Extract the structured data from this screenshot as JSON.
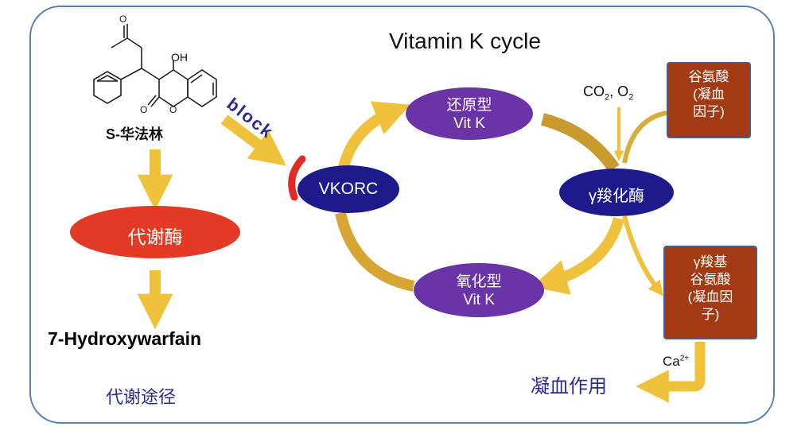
{
  "title": "Vitamin K cycle",
  "drug": {
    "label": "S-华法林",
    "oh_label": "OH"
  },
  "block_label": "block",
  "metabolic_enzyme": "代谢酶",
  "metabolite": "7-Hydroxywarfain",
  "pathway_label": "代谢途径",
  "vkorc": "VKORC",
  "reduced_vitk": {
    "line1": "还原型",
    "line2": "Vit K"
  },
  "oxidized_vitk": {
    "line1": "氧化型",
    "line2": "Vit K"
  },
  "carboxylase": "γ羧化酶",
  "inputs": {
    "co2": "CO",
    "co2_sub": "2",
    "sep": ", O",
    "o2_sub": "2"
  },
  "glutamate_box": {
    "line1": "谷氨酸",
    "line2": "(凝血",
    "line3": "因子)"
  },
  "gla_box": {
    "line1": "γ羧基",
    "line2": "谷氨酸",
    "line3": "(凝血因",
    "line4": "子)"
  },
  "calcium": {
    "label": "Ca",
    "sup": "2+"
  },
  "coagulation": "凝血作用",
  "colors": {
    "arrow": "#f0c23b",
    "arrow_dark": "#c99a2e",
    "vkorc_fill": "#1f1a8c",
    "vitk_fill": "#6a33a8",
    "enzyme_red": "#e23a24",
    "box_fill": "#a33a14",
    "frame": "#5a7fb8",
    "text_blue": "#2b2c8f"
  }
}
